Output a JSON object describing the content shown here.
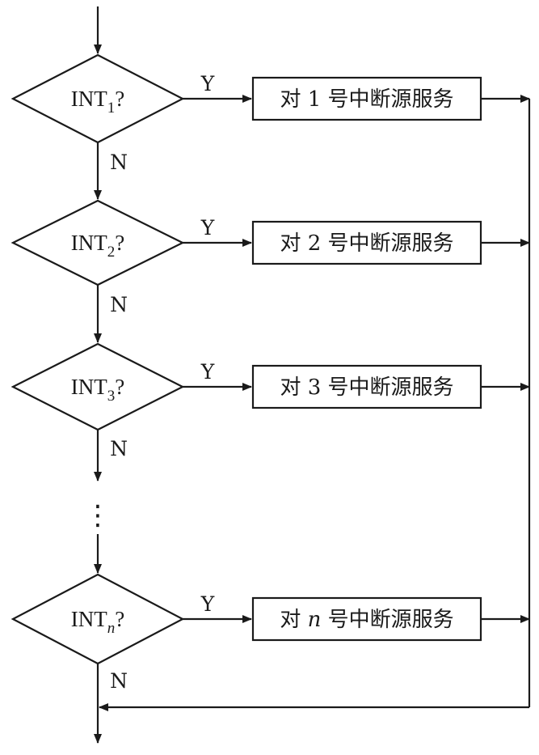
{
  "labels": {
    "yes": "Y",
    "no": "N"
  },
  "decisions": [
    {
      "prefix": "INT",
      "sub": "1",
      "suffix": "?",
      "italic_sub": false,
      "service_pre": "对 ",
      "service_var": "1",
      "service_post": " 号中断源服务",
      "italic_var": false
    },
    {
      "prefix": "INT",
      "sub": "2",
      "suffix": "?",
      "italic_sub": false,
      "service_pre": "对 ",
      "service_var": "2",
      "service_post": " 号中断源服务",
      "italic_var": false
    },
    {
      "prefix": "INT",
      "sub": "3",
      "suffix": "?",
      "italic_sub": false,
      "service_pre": "对 ",
      "service_var": "3",
      "service_post": " 号中断源服务",
      "italic_var": false
    },
    {
      "prefix": "INT",
      "sub": "n",
      "suffix": "?",
      "italic_sub": true,
      "service_pre": "对 ",
      "service_var": "n",
      "service_post": " 号中断源服务",
      "italic_var": true
    }
  ],
  "ellipsis": "⋮"
}
